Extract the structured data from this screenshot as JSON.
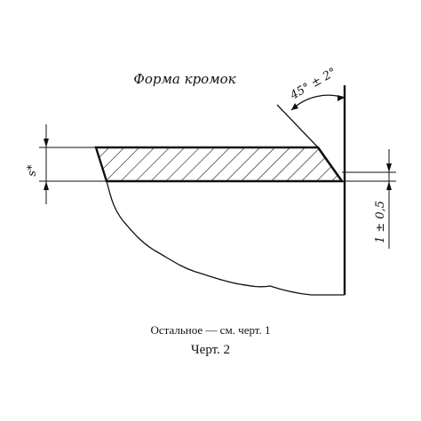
{
  "drawing": {
    "title": "Форма кромок",
    "angle_label": "45° ± 2°",
    "thickness_label": "s*",
    "root_label": "1 ± 0,5",
    "note": "Остальное — см. черт. 1",
    "caption": "Черт. 2"
  }
}
